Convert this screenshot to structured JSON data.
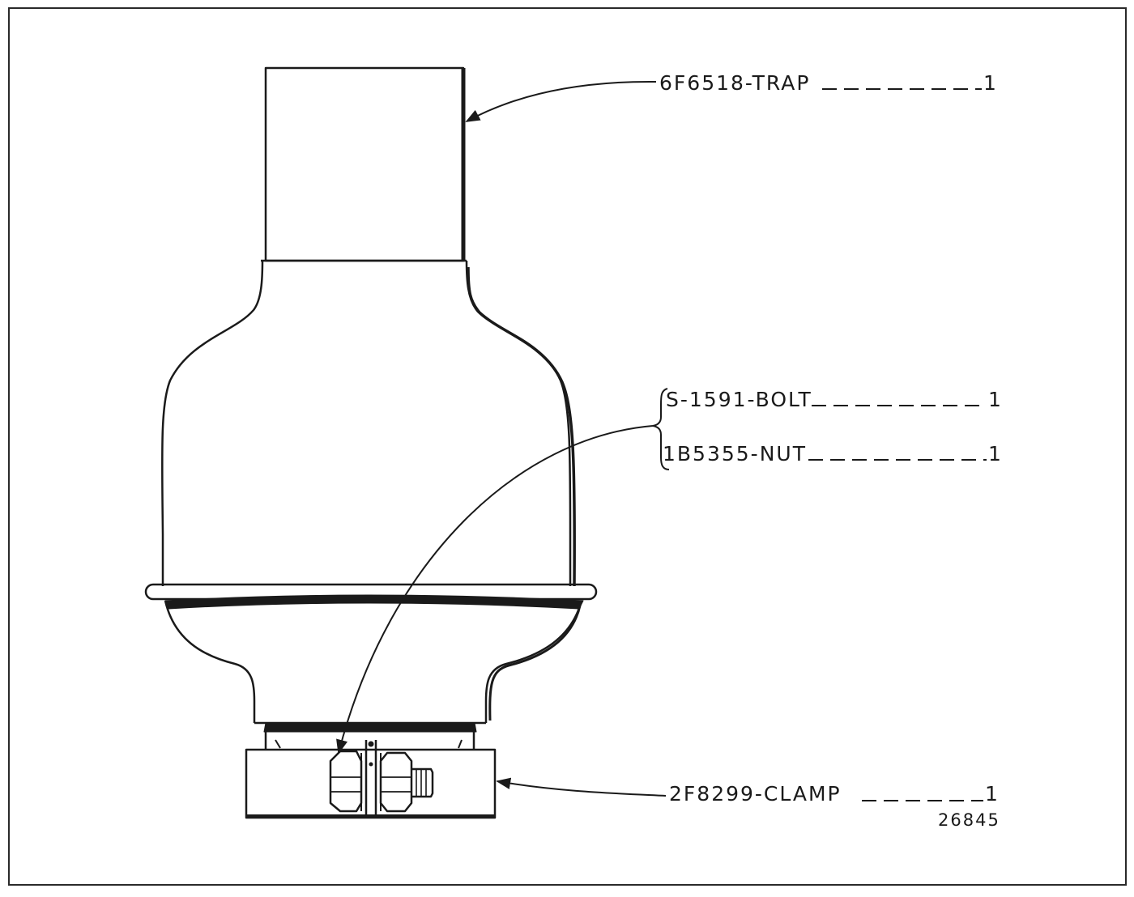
{
  "parts": [
    {
      "part_no": "6F6518",
      "name": "TRAP",
      "qty": "1"
    },
    {
      "part_no": "S-1591",
      "name": "BOLT",
      "qty": "1"
    },
    {
      "part_no": "1B5355",
      "name": "NUT",
      "qty": "1"
    },
    {
      "part_no": "2F8299",
      "name": "CLAMP",
      "qty": "1"
    }
  ],
  "labels": {
    "trap": "6F6518-TRAP",
    "bolt": "S-1591-BOLT",
    "nut": "1B5355-NUT",
    "clamp": "2F8299-CLAMP"
  },
  "figure_number": "26845"
}
